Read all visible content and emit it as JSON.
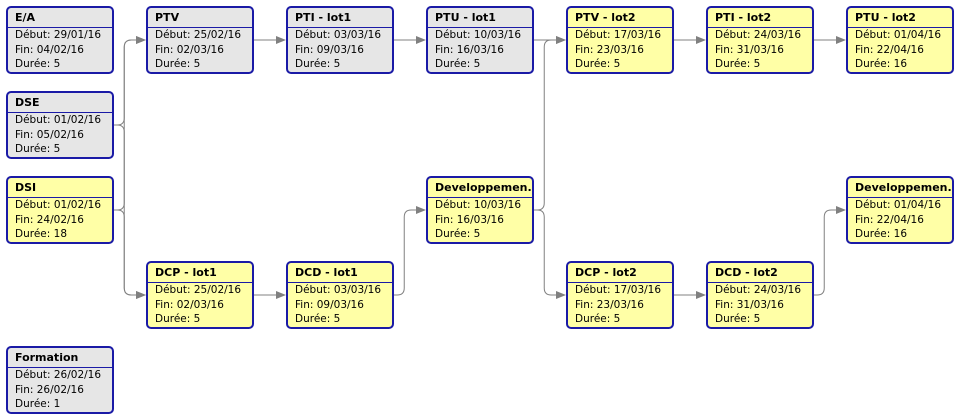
{
  "labels": {
    "start": "Début:",
    "end": "Fin:",
    "duration": "Durée:"
  },
  "tasks": [
    {
      "id": "ea",
      "title": "E/A",
      "start": "29/01/16",
      "end": "04/02/16",
      "duration": "5",
      "style": "gray"
    },
    {
      "id": "dse",
      "title": "DSE",
      "start": "01/02/16",
      "end": "05/02/16",
      "duration": "5",
      "style": "gray"
    },
    {
      "id": "dsi",
      "title": "DSI",
      "start": "01/02/16",
      "end": "24/02/16",
      "duration": "18",
      "style": "yellow"
    },
    {
      "id": "formation",
      "title": "Formation",
      "start": "26/02/16",
      "end": "26/02/16",
      "duration": "1",
      "style": "gray"
    },
    {
      "id": "ptv1",
      "title": "PTV",
      "start": "25/02/16",
      "end": "02/03/16",
      "duration": "5",
      "style": "gray"
    },
    {
      "id": "pti1",
      "title": "PTI - lot1",
      "start": "03/03/16",
      "end": "09/03/16",
      "duration": "5",
      "style": "gray"
    },
    {
      "id": "ptu1",
      "title": "PTU - lot1",
      "start": "10/03/16",
      "end": "16/03/16",
      "duration": "5",
      "style": "gray"
    },
    {
      "id": "ptv2",
      "title": "PTV - lot2",
      "start": "17/03/16",
      "end": "23/03/16",
      "duration": "5",
      "style": "yellow"
    },
    {
      "id": "pti2",
      "title": "PTI - lot2",
      "start": "24/03/16",
      "end": "31/03/16",
      "duration": "5",
      "style": "yellow"
    },
    {
      "id": "ptu2",
      "title": "PTU - lot2",
      "start": "01/04/16",
      "end": "22/04/16",
      "duration": "16",
      "style": "yellow"
    },
    {
      "id": "dcp1",
      "title": "DCP - lot1",
      "start": "25/02/16",
      "end": "02/03/16",
      "duration": "5",
      "style": "yellow"
    },
    {
      "id": "dcd1",
      "title": "DCD - lot1",
      "start": "03/03/16",
      "end": "09/03/16",
      "duration": "5",
      "style": "yellow"
    },
    {
      "id": "dev1",
      "title": "Developpemen...",
      "start": "10/03/16",
      "end": "16/03/16",
      "duration": "5",
      "style": "yellow"
    },
    {
      "id": "dcp2",
      "title": "DCP - lot2",
      "start": "17/03/16",
      "end": "23/03/16",
      "duration": "5",
      "style": "yellow"
    },
    {
      "id": "dcd2",
      "title": "DCD - lot2",
      "start": "24/03/16",
      "end": "31/03/16",
      "duration": "5",
      "style": "yellow"
    },
    {
      "id": "dev2",
      "title": "Developpemen...",
      "start": "01/04/16",
      "end": "22/04/16",
      "duration": "16",
      "style": "yellow"
    }
  ],
  "links": [
    {
      "from": "dse",
      "to": "ptv1"
    },
    {
      "from": "dse",
      "to": "dcp1"
    },
    {
      "from": "dsi",
      "to": "ptv1"
    },
    {
      "from": "dsi",
      "to": "dcp1"
    },
    {
      "from": "ptv1",
      "to": "pti1"
    },
    {
      "from": "pti1",
      "to": "ptu1"
    },
    {
      "from": "ptu1",
      "to": "ptv2"
    },
    {
      "from": "dcp1",
      "to": "dcd1"
    },
    {
      "from": "dcd1",
      "to": "dev1"
    },
    {
      "from": "dev1",
      "to": "ptv2"
    },
    {
      "from": "dev1",
      "to": "dcp2"
    },
    {
      "from": "ptv2",
      "to": "pti2"
    },
    {
      "from": "pti2",
      "to": "ptu2"
    },
    {
      "from": "dcp2",
      "to": "dcd2"
    },
    {
      "from": "dcd2",
      "to": "dev2"
    }
  ],
  "colors": {
    "border": "#1a1aa6",
    "gray_fill": "#e6e6e6",
    "yellow_fill": "#ffffa6",
    "connector": "#808080"
  }
}
